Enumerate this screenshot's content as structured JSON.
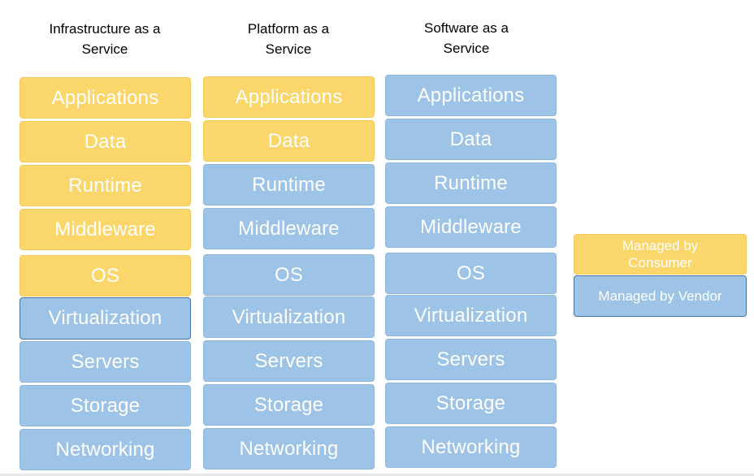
{
  "columns": [
    {
      "title_line1": "Infrastructure as a",
      "title_line2": "Service",
      "tiles": [
        {
          "label": "Applications",
          "managed": "consumer"
        },
        {
          "label": "Data",
          "managed": "consumer"
        },
        {
          "label": "Runtime",
          "managed": "consumer"
        },
        {
          "label": "Middleware",
          "managed": "consumer"
        },
        {
          "label": "OS",
          "managed": "consumer"
        },
        {
          "label": "Virtualization",
          "managed": "vendor"
        },
        {
          "label": "Servers",
          "managed": "vendor"
        },
        {
          "label": "Storage",
          "managed": "vendor"
        },
        {
          "label": "Networking",
          "managed": "vendor"
        }
      ]
    },
    {
      "title_line1": "Platform as a",
      "title_line2": "Service",
      "tiles": [
        {
          "label": "Applications",
          "managed": "consumer"
        },
        {
          "label": "Data",
          "managed": "consumer"
        },
        {
          "label": "Runtime",
          "managed": "vendor"
        },
        {
          "label": "Middleware",
          "managed": "vendor"
        },
        {
          "label": "OS",
          "managed": "vendor"
        },
        {
          "label": "Virtualization",
          "managed": "vendor"
        },
        {
          "label": "Servers",
          "managed": "vendor"
        },
        {
          "label": "Storage",
          "managed": "vendor"
        },
        {
          "label": "Networking",
          "managed": "vendor"
        }
      ]
    },
    {
      "title_line1": "Software as a",
      "title_line2": "Service",
      "tiles": [
        {
          "label": "Applications",
          "managed": "vendor"
        },
        {
          "label": "Data",
          "managed": "vendor"
        },
        {
          "label": "Runtime",
          "managed": "vendor"
        },
        {
          "label": "Middleware",
          "managed": "vendor"
        },
        {
          "label": "OS",
          "managed": "vendor"
        },
        {
          "label": "Virtualization",
          "managed": "vendor"
        },
        {
          "label": "Servers",
          "managed": "vendor"
        },
        {
          "label": "Storage",
          "managed": "vendor"
        },
        {
          "label": "Networking",
          "managed": "vendor"
        }
      ]
    }
  ],
  "legend": {
    "consumer_label": "Managed by Consumer",
    "vendor_label": "Managed by Vendor"
  },
  "colors": {
    "consumer": "#fbd66b",
    "vendor": "#9dc3e6"
  }
}
